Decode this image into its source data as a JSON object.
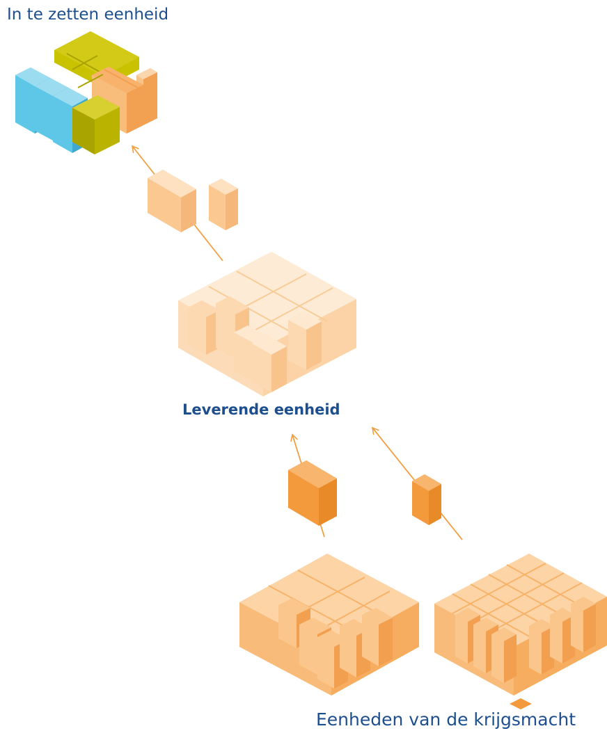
{
  "labels": {
    "deployable_unit": "In te zetten eenheid",
    "supplying_unit": "Leverende eenheid",
    "armed_forces_units": "Eenheden van de krijgsmacht"
  },
  "colors": {
    "label_blue": "#1d4f8f",
    "arrow": "#f0a040",
    "cyan": "#5ec7e8",
    "olive": "#c3bc00",
    "orange": "#f4a24a",
    "light_peach": "#fcd9ae",
    "pale_peach": "#fde6cc"
  },
  "icons": {
    "deployable_cluster": "mixed-color-block-cluster-icon",
    "supplying_cluster": "pale-block-cluster-icon",
    "armed_forces_cluster_left": "orange-block-cluster-icon",
    "armed_forces_cluster_right": "orange-block-grid-icon"
  }
}
